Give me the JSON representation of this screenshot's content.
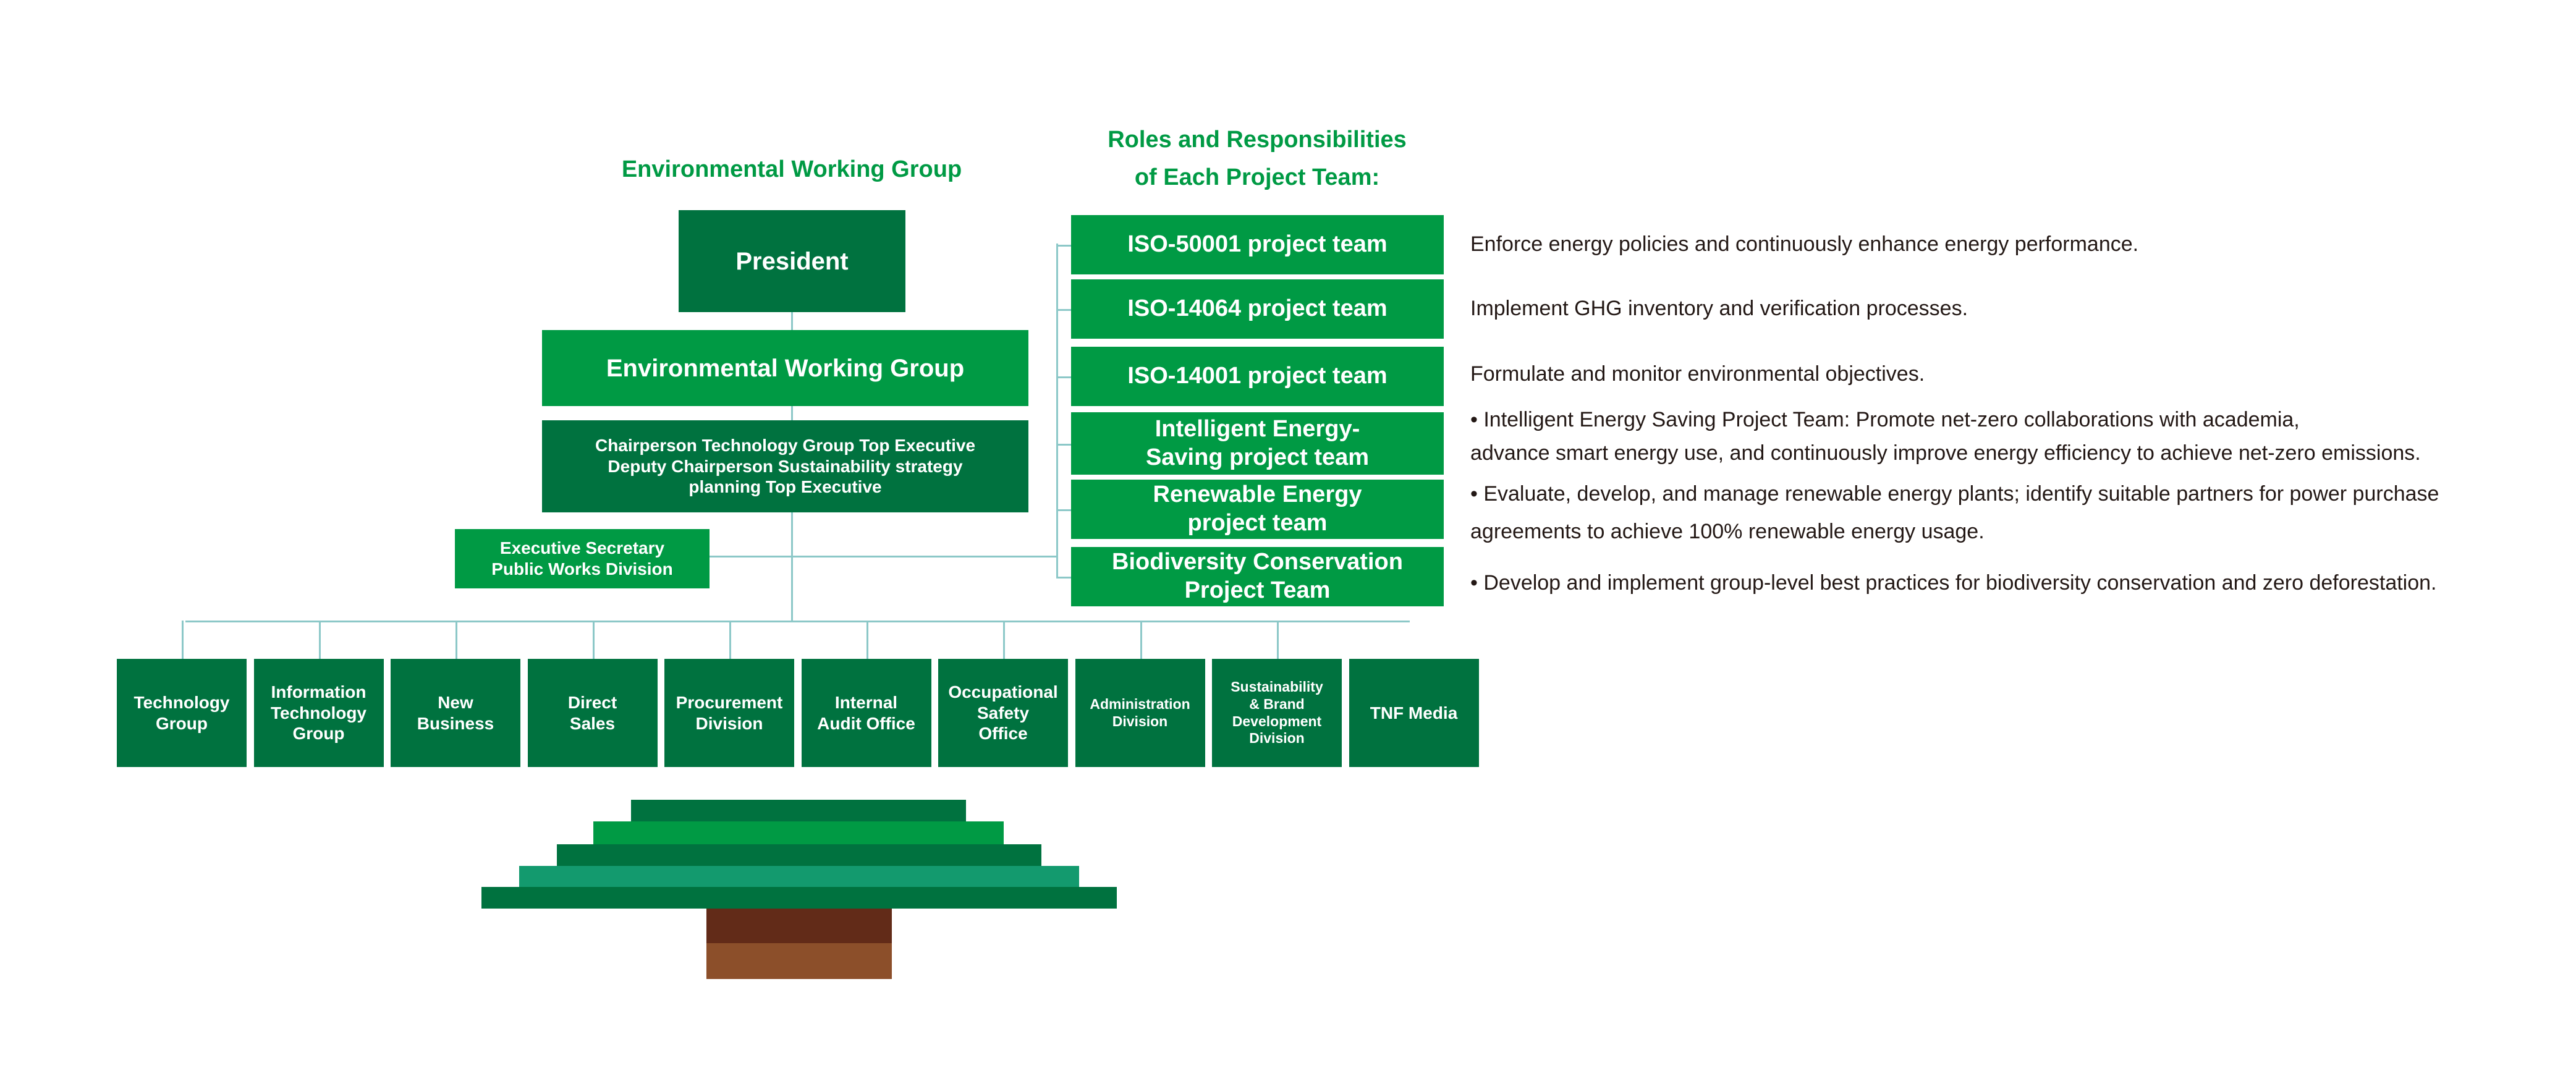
{
  "left_title": "Environmental Working Group",
  "right_title": [
    "Roles and Responsibilities",
    "of Each Project Team:"
  ],
  "president": "President",
  "working_group": "Environmental Working Group",
  "chairperson": [
    "Chairperson Technology Group Top Executive",
    "Deputy Chairperson Sustainability strategy",
    "planning Top Executive"
  ],
  "executive_secretary": [
    "Executive Secretary",
    "Public Works Division"
  ],
  "project_teams": [
    {
      "name": [
        "ISO-50001 project team"
      ]
    },
    {
      "name": [
        "ISO-14064 project team"
      ]
    },
    {
      "name": [
        "ISO-14001 project team"
      ]
    },
    {
      "name": [
        "Intelligent Energy-",
        "Saving project team"
      ]
    },
    {
      "name": [
        "Renewable Energy",
        "project team"
      ]
    },
    {
      "name": [
        "Biodiversity Conservation",
        "Project Team"
      ]
    }
  ],
  "descriptions": [
    "Enforce energy policies and continuously enhance energy performance.",
    "Implement GHG inventory and verification processes.",
    "Formulate and monitor environmental objectives.",
    "• Intelligent Energy Saving Project Team: Promote net-zero collaborations with academia,",
    "advance smart energy use, and continuously improve energy efficiency to achieve net-zero emissions.",
    "• Evaluate, develop, and manage renewable energy plants; identify suitable partners for power purchase",
    "agreements to achieve 100% renewable energy usage.",
    "• Develop and implement group-level best practices for biodiversity conservation and zero deforestation."
  ],
  "divisions": [
    [
      "Technology",
      "Group"
    ],
    [
      "Information",
      "Technology",
      "Group"
    ],
    [
      "New",
      "Business"
    ],
    [
      "Direct",
      "Sales"
    ],
    [
      "Procurement",
      "Division"
    ],
    [
      "Internal",
      "Audit Office"
    ],
    [
      "Occupational",
      "Safety",
      "Office"
    ],
    [
      "Administration",
      "Division"
    ],
    [
      "Sustainability",
      "& Brand",
      "Development",
      "Division"
    ],
    [
      "TNF Media"
    ]
  ],
  "colors": {
    "dark_green": "#00723f",
    "green": "#009a44",
    "teal": "#139a6e",
    "trunk_dark": "#622b18",
    "trunk_light": "#8c4f2a",
    "line": "#8cc8c8",
    "text": "#231815"
  }
}
